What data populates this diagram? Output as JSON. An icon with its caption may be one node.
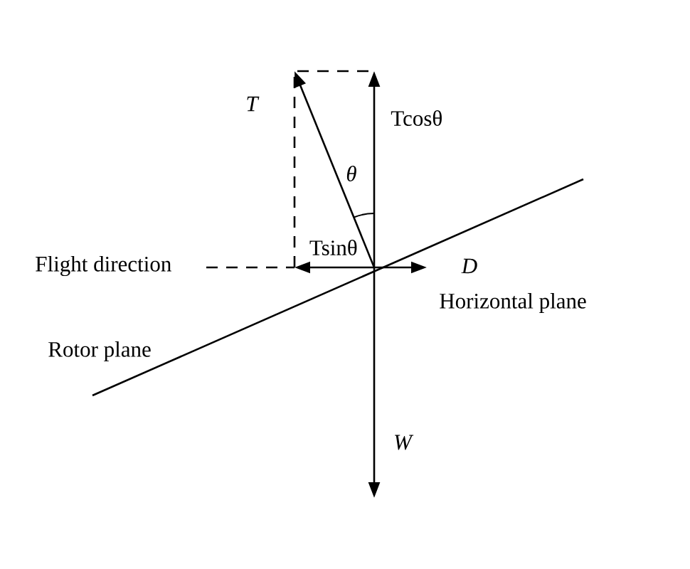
{
  "diagram": {
    "labels": [
      "T",
      "Tcosθ",
      "θ",
      "Tsinθ",
      "Flight direction",
      "D",
      "Horizontal plane",
      "Rotor plane",
      "W"
    ]
  }
}
